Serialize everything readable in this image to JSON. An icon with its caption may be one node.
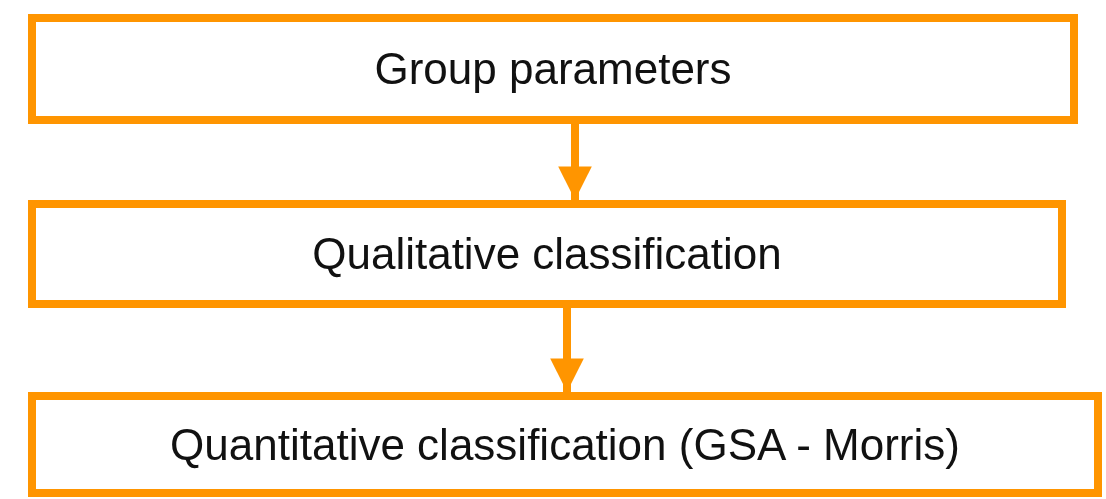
{
  "diagram": {
    "nodes": [
      {
        "text": [
          "Group parameters"
        ]
      },
      {
        "text": [
          "Qualitative classification"
        ]
      },
      {
        "text": [
          "Quantitative classification (GSA - Morris)"
        ]
      }
    ],
    "edges": [
      {
        "from": 0,
        "to": 1,
        "arrow": "to"
      },
      {
        "from": 1,
        "to": 2,
        "arrow": "to"
      }
    ]
  }
}
